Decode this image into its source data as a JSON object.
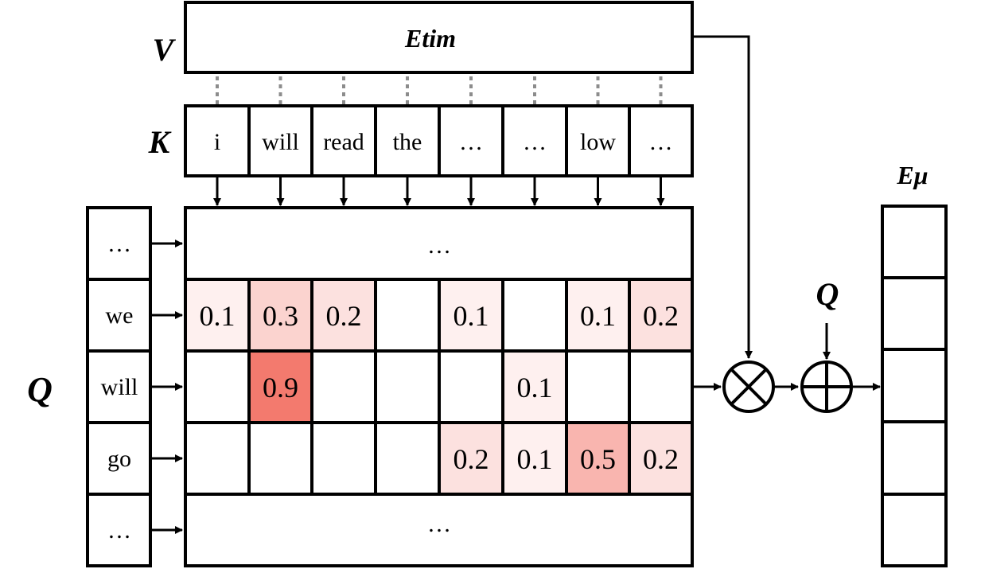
{
  "labels": {
    "value": "V",
    "key": "K",
    "query": "Q",
    "query_right": "Q",
    "value_box": "Etim",
    "output": "Eμ"
  },
  "keys": [
    "i",
    "will",
    "read",
    "the",
    "…",
    "…",
    "low",
    "…"
  ],
  "queries": [
    "…",
    "we",
    "will",
    "go",
    "…"
  ],
  "ellipsis_rows": [
    "…",
    "…"
  ],
  "weights": [
    [
      "0.1",
      "0.3",
      "0.2",
      "",
      "0.1",
      "",
      "0.1",
      "0.2"
    ],
    [
      "",
      "0.9",
      "",
      "",
      "",
      "0.1",
      "",
      ""
    ],
    [
      "",
      "",
      "",
      "",
      "0.2",
      "0.1",
      "0.5",
      "0.2"
    ]
  ],
  "weight_values": [
    [
      0.1,
      0.3,
      0.2,
      null,
      0.1,
      null,
      0.1,
      0.2
    ],
    [
      null,
      0.9,
      null,
      null,
      null,
      0.1,
      null,
      null
    ],
    [
      null,
      null,
      null,
      null,
      0.2,
      0.1,
      0.5,
      0.2
    ]
  ],
  "colors": {
    "heat_max": "#f26b5e",
    "dotted_connector": "#8c8c8c",
    "stroke": "#000000"
  },
  "operators": {
    "multiply": "⊗",
    "add": "⊕"
  },
  "output_cells": 5
}
